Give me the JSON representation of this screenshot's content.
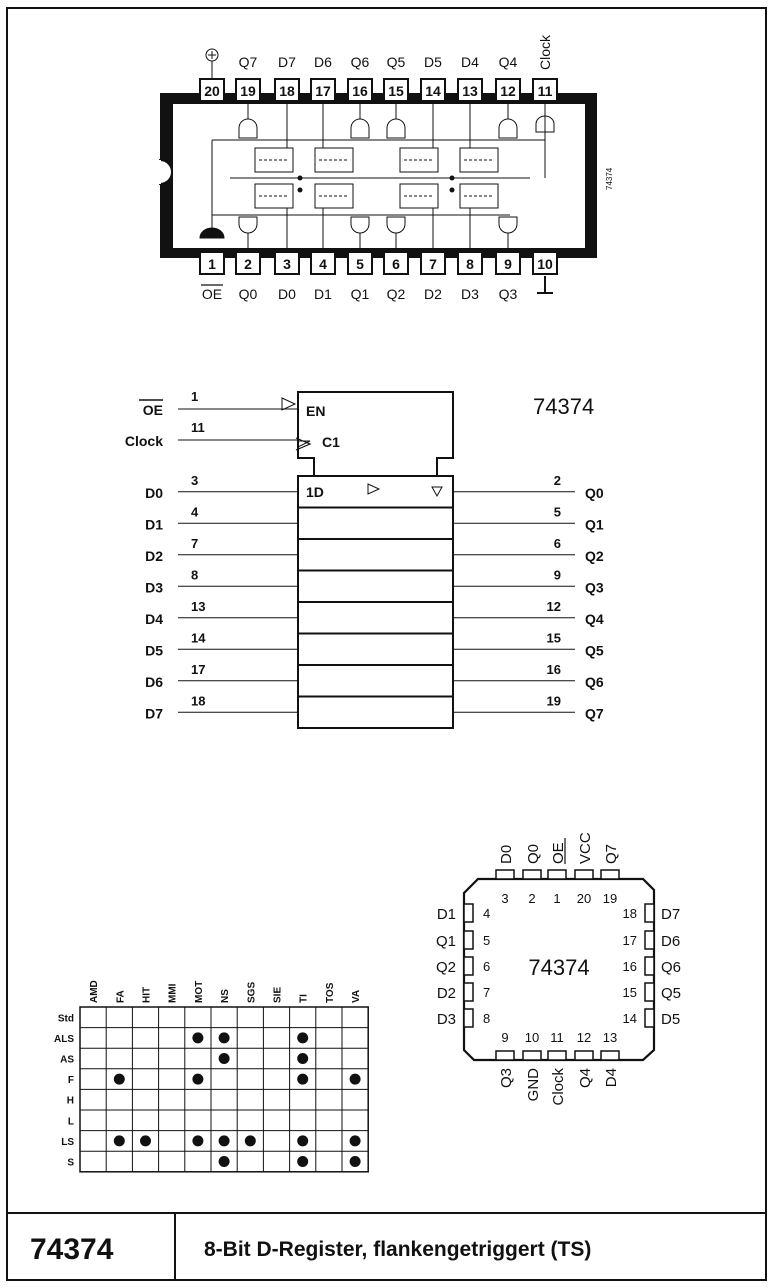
{
  "chip_id": "74374",
  "description": "8-Bit D-Register, flankengetriggert (TS)",
  "dip": {
    "side_mark": "74374",
    "top_pins": [
      {
        "no": "20",
        "label": "⊕"
      },
      {
        "no": "19",
        "label": "Q7"
      },
      {
        "no": "18",
        "label": "D7"
      },
      {
        "no": "17",
        "label": "D6"
      },
      {
        "no": "16",
        "label": "Q6"
      },
      {
        "no": "15",
        "label": "Q5"
      },
      {
        "no": "14",
        "label": "D5"
      },
      {
        "no": "13",
        "label": "D4"
      },
      {
        "no": "12",
        "label": "Q4"
      },
      {
        "no": "11",
        "label": "Clock"
      }
    ],
    "bottom_pins": [
      {
        "no": "1",
        "label": "OE"
      },
      {
        "no": "2",
        "label": "Q0"
      },
      {
        "no": "3",
        "label": "D0"
      },
      {
        "no": "4",
        "label": "D1"
      },
      {
        "no": "5",
        "label": "Q1"
      },
      {
        "no": "6",
        "label": "Q2"
      },
      {
        "no": "7",
        "label": "D2"
      },
      {
        "no": "8",
        "label": "D3"
      },
      {
        "no": "9",
        "label": "Q3"
      },
      {
        "no": "10",
        "label": "⊥"
      }
    ]
  },
  "symbol": {
    "title": "74374",
    "oe_label": "OE",
    "oe_pin": "1",
    "clock_label": "Clock",
    "clock_pin": "11",
    "en_label": "EN",
    "c1_label": "C1",
    "first_cell_label": "1D",
    "inputs": [
      {
        "name": "D0",
        "pin": "3"
      },
      {
        "name": "D1",
        "pin": "4"
      },
      {
        "name": "D2",
        "pin": "7"
      },
      {
        "name": "D3",
        "pin": "8"
      },
      {
        "name": "D4",
        "pin": "13"
      },
      {
        "name": "D5",
        "pin": "14"
      },
      {
        "name": "D6",
        "pin": "17"
      },
      {
        "name": "D7",
        "pin": "18"
      }
    ],
    "outputs": [
      {
        "name": "Q0",
        "pin": "2"
      },
      {
        "name": "Q1",
        "pin": "5"
      },
      {
        "name": "Q2",
        "pin": "6"
      },
      {
        "name": "Q3",
        "pin": "9"
      },
      {
        "name": "Q4",
        "pin": "12"
      },
      {
        "name": "Q5",
        "pin": "15"
      },
      {
        "name": "Q6",
        "pin": "16"
      },
      {
        "name": "Q7",
        "pin": "19"
      }
    ]
  },
  "plcc": {
    "center_label": "74374",
    "top": [
      {
        "name": "D0",
        "no": "3"
      },
      {
        "name": "Q0",
        "no": "2"
      },
      {
        "name": "OE",
        "no": "1"
      },
      {
        "name": "VCC",
        "no": "20"
      },
      {
        "name": "Q7",
        "no": "19"
      }
    ],
    "left": [
      {
        "name": "D1",
        "no": "4"
      },
      {
        "name": "Q1",
        "no": "5"
      },
      {
        "name": "Q2",
        "no": "6"
      },
      {
        "name": "D2",
        "no": "7"
      },
      {
        "name": "D3",
        "no": "8"
      }
    ],
    "right": [
      {
        "name": "D7",
        "no": "18"
      },
      {
        "name": "D6",
        "no": "17"
      },
      {
        "name": "Q6",
        "no": "16"
      },
      {
        "name": "Q5",
        "no": "15"
      },
      {
        "name": "D5",
        "no": "14"
      }
    ],
    "bottom": [
      {
        "name": "Q3",
        "no": "9"
      },
      {
        "name": "GND",
        "no": "10"
      },
      {
        "name": "Clock",
        "no": "11"
      },
      {
        "name": "Q4",
        "no": "12"
      },
      {
        "name": "D4",
        "no": "13"
      }
    ]
  },
  "availability": {
    "manufacturers": [
      "AMD",
      "FA",
      "HIT",
      "MMI",
      "MOT",
      "NS",
      "SGS",
      "SIE",
      "TI",
      "TOS",
      "VA"
    ],
    "families": [
      "Std",
      "ALS",
      "AS",
      "F",
      "H",
      "L",
      "LS",
      "S"
    ],
    "marks": [
      [],
      [
        "MOT",
        "NS",
        "TI"
      ],
      [
        "NS",
        "TI"
      ],
      [
        "FA",
        "MOT",
        "TI",
        "VA"
      ],
      [],
      [],
      [
        "FA",
        "HIT",
        "MOT",
        "NS",
        "SGS",
        "TI",
        "VA"
      ],
      [
        "NS",
        "TI",
        "VA"
      ]
    ]
  }
}
